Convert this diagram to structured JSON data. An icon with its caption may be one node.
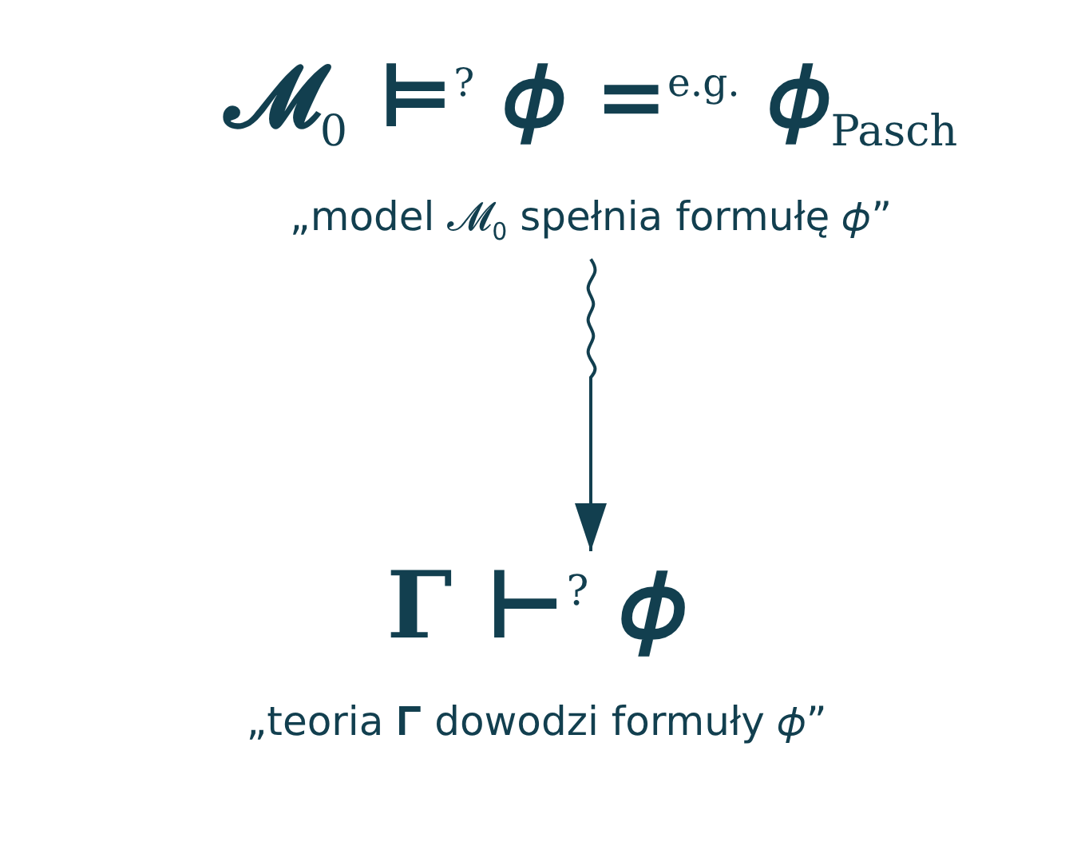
{
  "diagram": {
    "nodes": [
      {
        "text": [
          "𝓜$_{0}$ ⊨$^{?}$ 𝜙 =$^{e.g.}$ 𝜙$_{Pasch}$"
        ],
        "beside": [
          "„model 𝓜$_{0}$ spełnia formułę 𝜙”"
        ]
      },
      {
        "text": [
          "𝚪 ⊢$^{?}$ 𝜙"
        ],
        "beside": [
          "„teoria 𝚪 dowodzi formuły 𝜙”"
        ]
      }
    ],
    "edges": [
      {
        "from": 0,
        "to": 1,
        "arrow": "to"
      }
    ]
  }
}
